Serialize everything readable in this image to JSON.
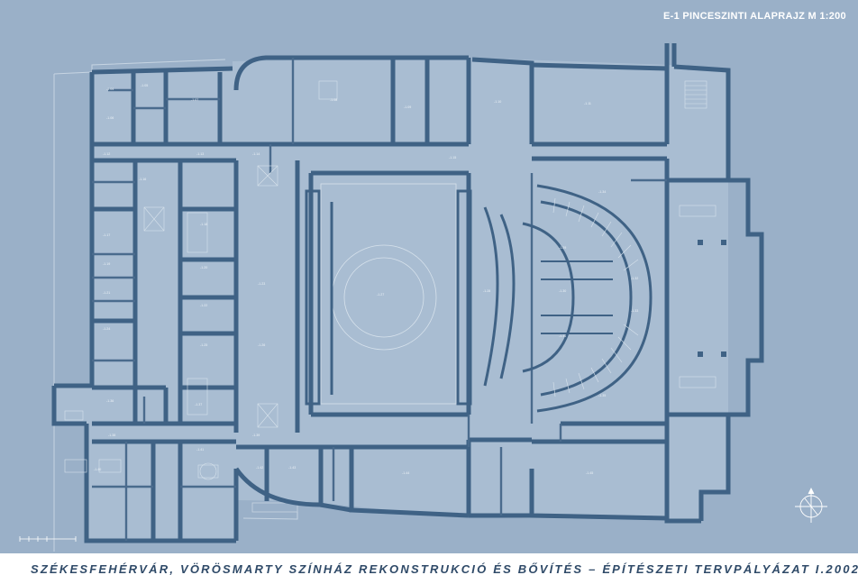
{
  "sheet_title": "E-1   PINCESZINTI ALAPRAJZ  M 1:200",
  "footer": "SZÉKESFEHÉRVÁR, VÖRÖSMARTY SZÍNHÁZ REKONSTRUKCIÓ ÉS BŐVÍTÉS – ÉPÍTÉSZETI TERVPÁLYÁZAT I.2002",
  "rooms": [
    {
      "id": "r1",
      "label": "-1.04"
    },
    {
      "id": "r2",
      "label": "-1.05"
    },
    {
      "id": "r3",
      "label": "-1.06"
    },
    {
      "id": "r4",
      "label": "-1.07"
    },
    {
      "id": "r5",
      "label": "-1.08"
    },
    {
      "id": "r6",
      "label": "-1.09"
    },
    {
      "id": "r7",
      "label": "-1.10"
    },
    {
      "id": "r8",
      "label": "-1.11"
    },
    {
      "id": "r9",
      "label": "-1.12"
    },
    {
      "id": "r10",
      "label": "-1.13"
    },
    {
      "id": "r11",
      "label": "-1.14"
    },
    {
      "id": "r12",
      "label": "-1.15"
    },
    {
      "id": "r13",
      "label": "-1.16"
    },
    {
      "id": "r14",
      "label": "-1.17"
    },
    {
      "id": "r15",
      "label": "-1.18"
    },
    {
      "id": "r16",
      "label": "-1.19"
    },
    {
      "id": "r17",
      "label": "-1.20"
    },
    {
      "id": "r18",
      "label": "-1.21"
    },
    {
      "id": "r19",
      "label": "-1.22"
    },
    {
      "id": "r20",
      "label": "-1.23"
    },
    {
      "id": "r21",
      "label": "-1.24"
    },
    {
      "id": "r22",
      "label": "-1.25"
    },
    {
      "id": "r23",
      "label": "-1.26"
    },
    {
      "id": "r24",
      "label": "-1.27"
    },
    {
      "id": "r25",
      "label": "-1.28"
    },
    {
      "id": "r26",
      "label": "-1.29"
    },
    {
      "id": "r27",
      "label": "-1.30"
    },
    {
      "id": "r28",
      "label": "-1.31"
    },
    {
      "id": "r29",
      "label": "-1.32"
    },
    {
      "id": "r30",
      "label": "-1.33"
    },
    {
      "id": "r31",
      "label": "-1.34"
    },
    {
      "id": "r32",
      "label": "-1.35"
    },
    {
      "id": "r33",
      "label": "-1.36"
    },
    {
      "id": "r34",
      "label": "-1.37"
    },
    {
      "id": "r35",
      "label": "-1.38"
    },
    {
      "id": "r36",
      "label": "-1.39"
    },
    {
      "id": "r37",
      "label": "-1.40"
    },
    {
      "id": "r38",
      "label": "-1.41"
    },
    {
      "id": "r39",
      "label": "-1.42"
    },
    {
      "id": "r40",
      "label": "-1.43"
    },
    {
      "id": "r41",
      "label": "-1.44"
    },
    {
      "id": "r42",
      "label": "-1.45"
    }
  ]
}
